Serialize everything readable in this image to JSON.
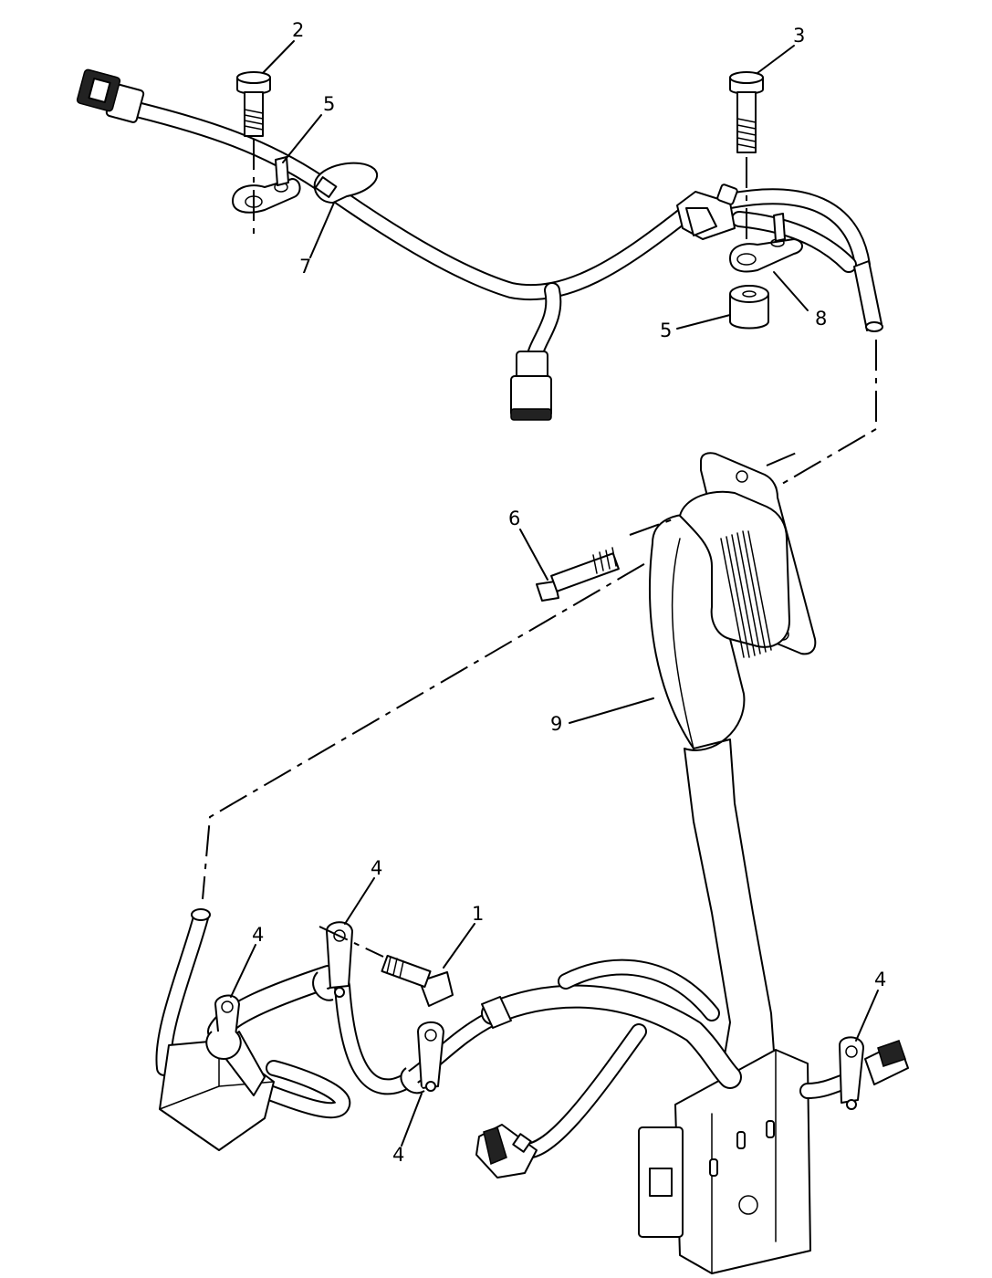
{
  "callouts": {
    "c1": "1",
    "c2": "2",
    "c3": "3",
    "c4a": "4",
    "c4b": "4",
    "c4c": "4",
    "c4d": "4",
    "c5a": "5",
    "c5b": "5",
    "c6": "6",
    "c7": "7",
    "c8": "8",
    "c9": "9"
  }
}
